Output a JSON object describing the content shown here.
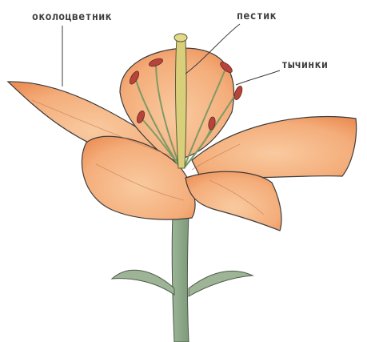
{
  "labels": {
    "perianth": "околоцветник",
    "pistil": "пестик",
    "stamens": "тычинки"
  },
  "colors": {
    "petal": "#f6b98a",
    "petal_dark": "#ee9560",
    "stem": "#8fa98a",
    "pistil": "#d9cf7a",
    "anther": "#b5443a",
    "outline": "#3c3c3c"
  }
}
